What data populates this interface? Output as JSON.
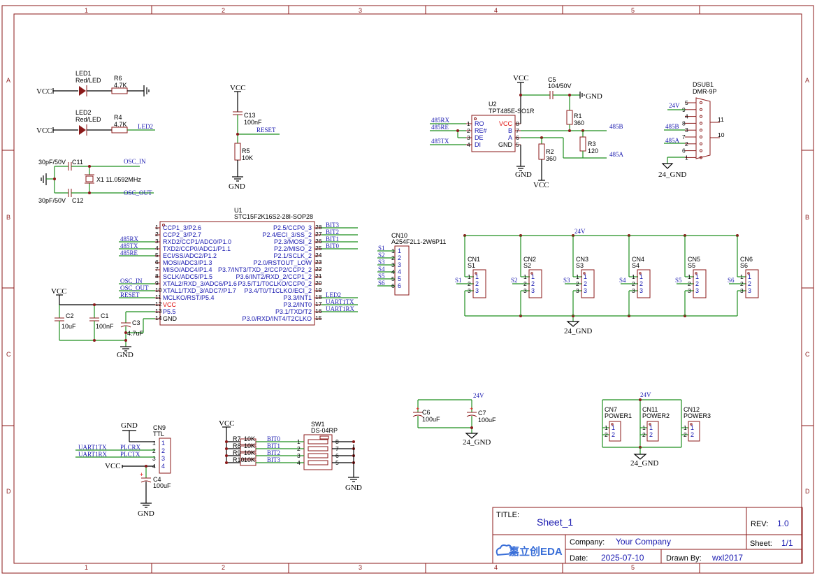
{
  "frame": {
    "columns": [
      "1",
      "2",
      "3",
      "4",
      "5"
    ],
    "rows": [
      "A",
      "B",
      "C",
      "D"
    ]
  },
  "title_block": {
    "title_label": "TITLE:",
    "title": "Sheet_1",
    "rev_label": "REV:",
    "rev": "1.0",
    "company_label": "Company:",
    "company": "Your Company",
    "sheet_label": "Sheet:",
    "sheet": "1/1",
    "date_label": "Date:",
    "date": "2025-07-10",
    "drawn_label": "Drawn By:",
    "drawn_by": "wxl2017",
    "logo": "嘉立创EDA"
  },
  "led_section": {
    "vcc1": "VCC",
    "vcc2": "VCC",
    "led1_ref": "LED1",
    "led1_val": "Red/LED",
    "led2_ref": "LED2",
    "led2_val": "Red/LED",
    "r6_ref": "R6",
    "r6_val": "4.7K",
    "r4_ref": "R4",
    "r4_val": "4.7K",
    "led2_net": "LED2"
  },
  "osc_section": {
    "c11_ref": "C11",
    "c11_val": "30pF/50V",
    "c12_ref": "C12",
    "c12_val": "30pF/50V",
    "x1": "X1 11.0592MHz",
    "osc_in": "OSC_IN",
    "osc_out": "OSC_OUT"
  },
  "reset_section": {
    "vcc": "VCC",
    "c13_ref": "C13",
    "c13_val": "100nF",
    "reset": "RESET",
    "r5_ref": "R5",
    "r5_val": "10K",
    "gnd": "GND"
  },
  "rs485": {
    "u2_ref": "U2",
    "u2_val": "TPT485E-SO1R",
    "vcc_top": "VCC",
    "vcc_bot": "VCC",
    "gnd_right": "GND",
    "gnd_bot": "GND",
    "c5_ref": "C5",
    "c5_val": "104/50V",
    "r1_ref": "R1",
    "r1_val": "360",
    "r2_ref": "R2",
    "r2_val": "360",
    "r3_ref": "R3",
    "r3_val": "120",
    "net_rx": "485RX",
    "net_re": "485RE",
    "net_tx": "485TX",
    "net_b": "485B",
    "net_a": "485A",
    "pins_left": [
      {
        "num": "1",
        "name": "RO"
      },
      {
        "num": "2",
        "name": "RE#"
      },
      {
        "num": "3",
        "name": "DE"
      },
      {
        "num": "4",
        "name": "DI"
      }
    ],
    "pins_right": [
      {
        "num": "8",
        "name": "VCC"
      },
      {
        "num": "7",
        "name": "B"
      },
      {
        "num": "6",
        "name": "A"
      },
      {
        "num": "5",
        "name": "GND"
      }
    ]
  },
  "dsub": {
    "ref": "DSUB1",
    "val": "DMR-9P",
    "pins": [
      "5",
      "9",
      "4",
      "8",
      "3",
      "7",
      "2",
      "6",
      "1"
    ],
    "nets": {
      "p9": "24V",
      "p3": "485B",
      "p2": "485A"
    },
    "mount": [
      "11",
      "10"
    ],
    "gnd": "24_GND"
  },
  "mcu": {
    "ref": "U1",
    "val": "STC15F2K16S2-28I-SOP28",
    "left_pins": [
      {
        "num": "1",
        "name": "CCP1_3/P2.6",
        "net": ""
      },
      {
        "num": "2",
        "name": "CCP2_3/P2.7",
        "net": ""
      },
      {
        "num": "3",
        "name": "RXD2/CCP1/ADC0/P1.0",
        "net": "485RX"
      },
      {
        "num": "4",
        "name": "TXD2/CCP0/ADC1/P1.1",
        "net": "485TX"
      },
      {
        "num": "5",
        "name": "ECI/SS/ADC2/P1.2",
        "net": "485RE"
      },
      {
        "num": "6",
        "name": "MOSI/ADC3/P1.3",
        "net": ""
      },
      {
        "num": "7",
        "name": "MISO/ADC4/P1.4",
        "net": ""
      },
      {
        "num": "8",
        "name": "SCLK/ADC5/P1.5",
        "net": ""
      },
      {
        "num": "9",
        "name": "XTAL2/RXD_3/ADC6/P1.6",
        "net": "OSC_IN"
      },
      {
        "num": "10",
        "name": "XTAL1/TXD_3/ADC7/P1.7",
        "net": "OSC_OUT"
      },
      {
        "num": "11",
        "name": "MCLKO/RST/P5.4",
        "net": "RESET"
      },
      {
        "num": "12",
        "name": "VCC",
        "net": ""
      },
      {
        "num": "13",
        "name": "P5.5",
        "net": ""
      },
      {
        "num": "14",
        "name": "GND",
        "net": ""
      }
    ],
    "right_pins": [
      {
        "num": "28",
        "name": "P2.5/CCP0_3",
        "net": "BIT3"
      },
      {
        "num": "27",
        "name": "P2.4/ECI_3/SS_2",
        "net": "BIT2"
      },
      {
        "num": "26",
        "name": "P2.3/MOSI_2",
        "net": "BIT1"
      },
      {
        "num": "25",
        "name": "P2.2/MISO_2",
        "net": "BIT0"
      },
      {
        "num": "24",
        "name": "P2.1/SCLK_2",
        "net": ""
      },
      {
        "num": "23",
        "name": "P2.0/RSTOUT_LOW",
        "net": ""
      },
      {
        "num": "22",
        "name": "P3.7/INT3/TXD_2/CCP2/CCP2_2",
        "net": ""
      },
      {
        "num": "21",
        "name": "P3.6/INT2/RXD_2/CCP1_2",
        "net": ""
      },
      {
        "num": "20",
        "name": "P3.5/T1/T0CLKO/CCP0_2",
        "net": ""
      },
      {
        "num": "19",
        "name": "P3.4/T0/T1CLKO/ECI_2",
        "net": ""
      },
      {
        "num": "18",
        "name": "P3.3/INT1",
        "net": "LED2"
      },
      {
        "num": "17",
        "name": "P3.2/INT0",
        "net": "UART1TX"
      },
      {
        "num": "16",
        "name": "P3.1/TXD/T2",
        "net": "UART1RX"
      },
      {
        "num": "15",
        "name": "P3.0/RXD/INT4/T2CLKO",
        "net": ""
      }
    ],
    "vcc": "VCC",
    "gnd": "GND",
    "c2_ref": "C2",
    "c2_val": "10uF",
    "c1_ref": "C1",
    "c1_val": "100nF",
    "c3_ref": "C3",
    "c3_val": "4.7uF"
  },
  "cn10": {
    "ref": "CN10",
    "val": "A254F2L1-2W6P11",
    "pins": [
      "1",
      "2",
      "3",
      "4",
      "5",
      "6"
    ],
    "nets": [
      "S1",
      "S2",
      "S3",
      "S4",
      "S5",
      "S6"
    ]
  },
  "sensors": {
    "net_24v": "24V",
    "gnd": "24_GND",
    "items": [
      {
        "ref": "CN1",
        "val": "S1",
        "net": "S1"
      },
      {
        "ref": "CN2",
        "val": "S2",
        "net": "S2"
      },
      {
        "ref": "CN3",
        "val": "S3",
        "net": "S3"
      },
      {
        "ref": "CN4",
        "val": "S4",
        "net": "S4"
      },
      {
        "ref": "CN5",
        "val": "S5",
        "net": "S5"
      },
      {
        "ref": "CN6",
        "val": "S6",
        "net": "S6"
      }
    ],
    "pins": [
      "1",
      "2",
      "3"
    ]
  },
  "ttl": {
    "ref": "CN9",
    "val": "TTL",
    "gnd": "GND",
    "vcc": "VCC",
    "pins": [
      "1",
      "2",
      "3",
      "4"
    ],
    "left_nets": [
      "UART1TX",
      "UART1RX"
    ],
    "right_nets": [
      "PLCRX",
      "PLCTX"
    ],
    "c4_ref": "C4",
    "c4_val": "100uF",
    "gnd_bot": "GND"
  },
  "dip": {
    "ref": "SW1",
    "val": "DS-04RP",
    "vcc": "VCC",
    "res": [
      {
        "ref": "R7",
        "val": "10K"
      },
      {
        "ref": "R8",
        "val": "10K"
      },
      {
        "ref": "R9",
        "val": "10K"
      },
      {
        "ref": "R10",
        "val": "10K"
      }
    ],
    "nets": [
      "BIT0",
      "BIT1",
      "BIT2",
      "BIT3"
    ],
    "left_pins": [
      "1",
      "2",
      "3",
      "4"
    ],
    "right_pins": [
      "8",
      "7",
      "6",
      "5"
    ],
    "gnd": "GND"
  },
  "power_caps": {
    "c6_ref": "C6",
    "c6_val": "100uF",
    "c7_ref": "C7",
    "c7_val": "100uF",
    "net_24v": "24V",
    "gnd": "24_GND"
  },
  "power_conn": {
    "net_24v": "24V",
    "gnd": "24_GND",
    "items": [
      {
        "ref": "CN7",
        "val": "POWER1"
      },
      {
        "ref": "CN11",
        "val": "POWER2"
      },
      {
        "ref": "CN12",
        "val": "POWER3"
      }
    ],
    "pins": [
      "1",
      "2"
    ]
  }
}
